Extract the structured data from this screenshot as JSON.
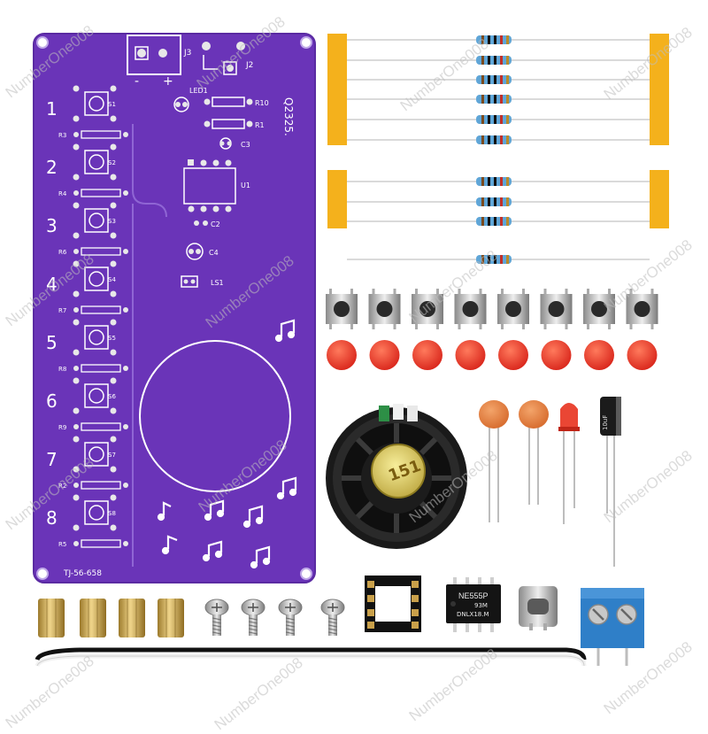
{
  "colors": {
    "pcb": "#6a34b8",
    "pcb_edge": "#5a2aa2",
    "silkscreen": "#ffffff",
    "button_cap": "#e8321e",
    "resistor_body": "#5fa6d8",
    "tape": "#f4b11c",
    "terminal_block": "#2f7fc8",
    "standoff": "#caa44a",
    "screw": "#c8c8c8"
  },
  "pcb": {
    "switch_numbers": [
      "1",
      "2",
      "3",
      "4",
      "5",
      "6",
      "7",
      "8"
    ],
    "resistor_labels": [
      "R3",
      "R4",
      "R6",
      "R7",
      "R8",
      "R9",
      "R2",
      "R5"
    ],
    "switch_labels": [
      "S1",
      "S2",
      "S3",
      "S4",
      "S5",
      "S6",
      "S7",
      "S8"
    ],
    "j3_label": "J3",
    "j2_label": "J2",
    "minus_sign": "-",
    "plus_sign": "+",
    "led_label": "LED1",
    "r10_label": "R10",
    "r1_label": "R1",
    "c3_label": "C3",
    "u1_label": "U1",
    "c2_label": "C2",
    "c4_label": "C4",
    "ls1_label": "LS1",
    "version_text": "Q2325.",
    "model_text": "TJ-56-658"
  },
  "components": {
    "ic_top_text": "NE555P",
    "ic_mid_text": "93M",
    "ic_bottom_text": "DNLX18.M",
    "speaker_cap_text": "151",
    "capacitor_text": "10uF"
  },
  "watermark": "NumberOne008"
}
